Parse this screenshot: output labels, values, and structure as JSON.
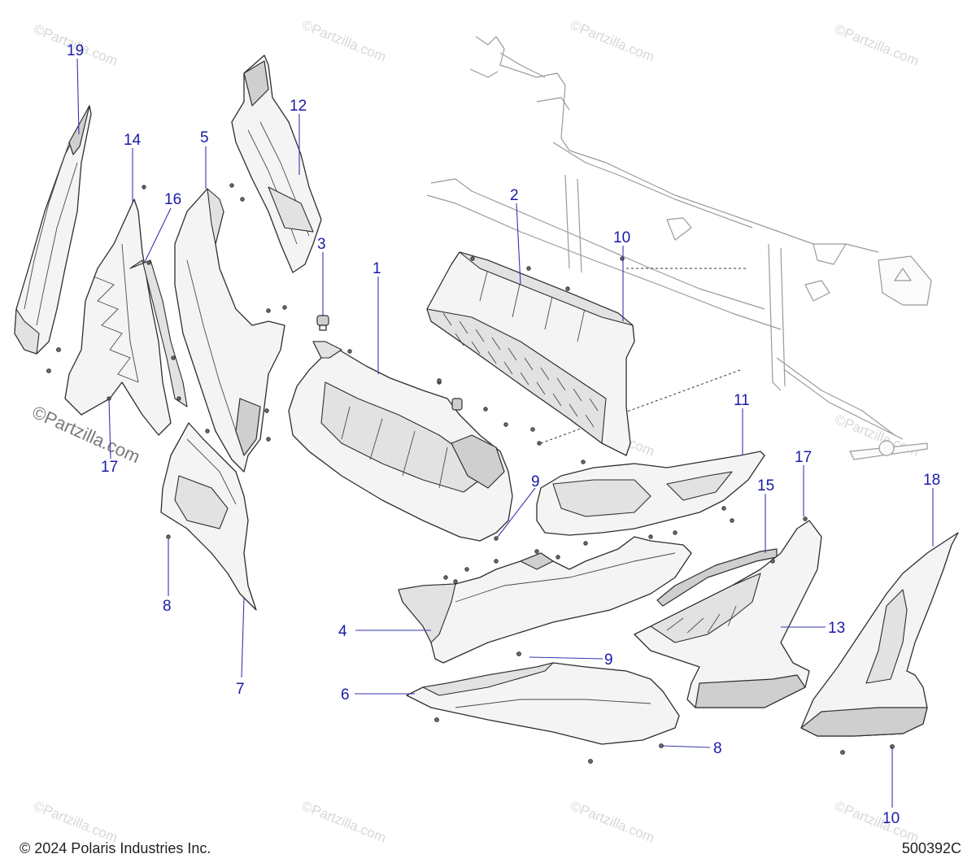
{
  "callouts": [
    "19",
    "14",
    "16",
    "5",
    "12",
    "3",
    "1",
    "2",
    "10",
    "11",
    "17",
    "15",
    "18",
    "9",
    "4",
    "8",
    "7",
    "6",
    "13",
    "17",
    "9",
    "8",
    "10"
  ],
  "watermark": {
    "text": "©Partzilla.com"
  },
  "footer": {
    "copyright": "© 2024 Polaris Industries Inc.",
    "drawing_number": "500392C"
  },
  "colors": {
    "callout": "#1a1aa8",
    "line": "#2e2e2e",
    "watermark": "#d8d8d8"
  }
}
